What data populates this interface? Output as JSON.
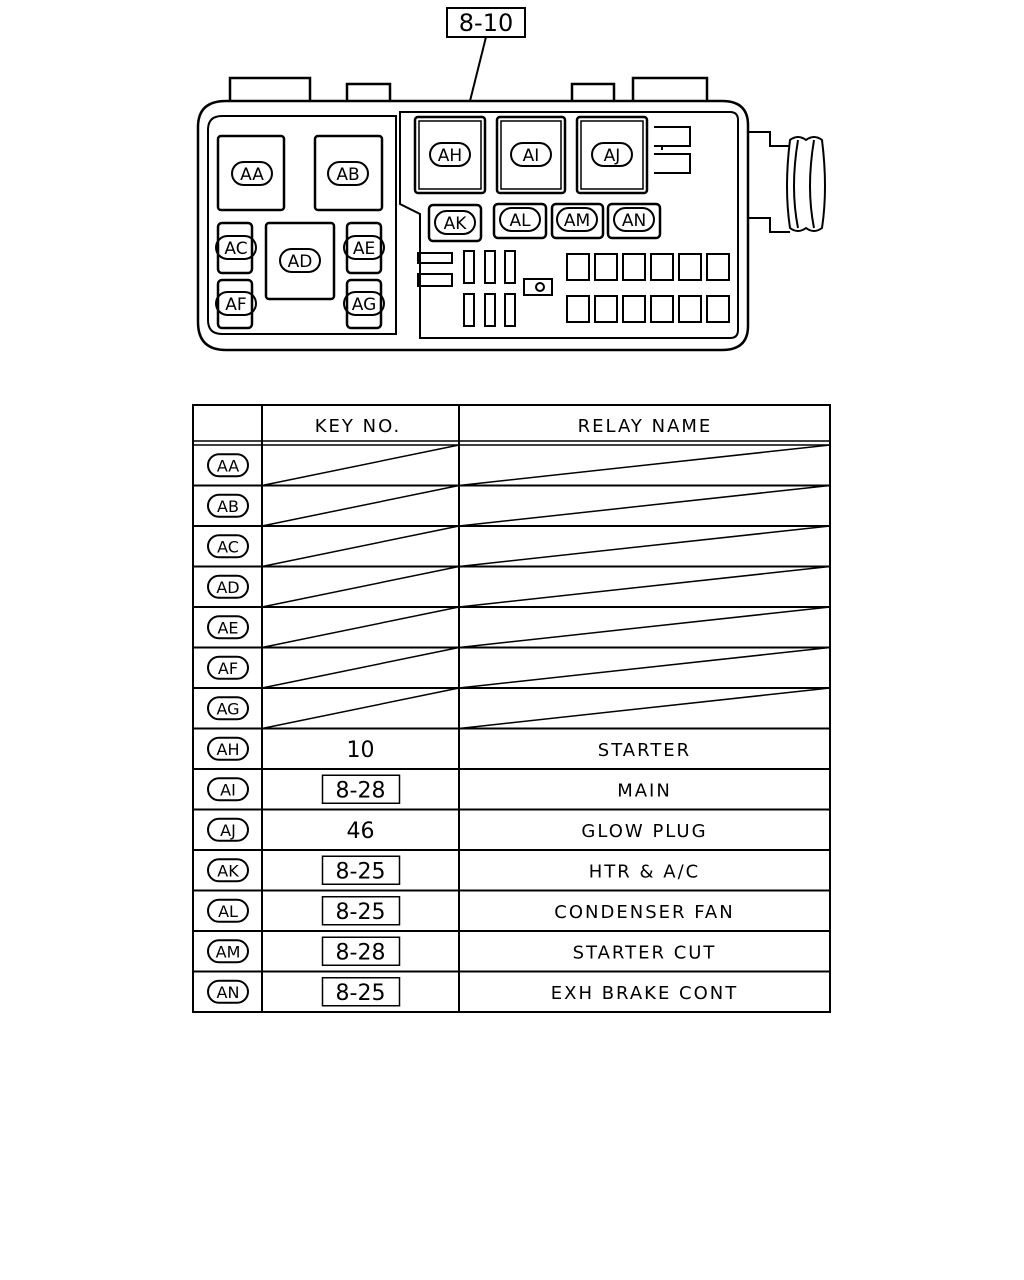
{
  "diagram": {
    "callout": "8-10",
    "relays": {
      "AA": "AA",
      "AB": "AB",
      "AC": "AC",
      "AD": "AD",
      "AE": "AE",
      "AF": "AF",
      "AG": "AG",
      "AH": "AH",
      "AI": "AI",
      "AJ": "AJ",
      "AK": "AK",
      "AL": "AL",
      "AM": "AM",
      "AN": "AN"
    }
  },
  "table": {
    "headers": {
      "key": "KEY NO.",
      "name": "RELAY NAME"
    },
    "rows": [
      {
        "id": "AA",
        "key": "",
        "key_boxed": false,
        "name": "",
        "empty": true
      },
      {
        "id": "AB",
        "key": "",
        "key_boxed": false,
        "name": "",
        "empty": true
      },
      {
        "id": "AC",
        "key": "",
        "key_boxed": false,
        "name": "",
        "empty": true
      },
      {
        "id": "AD",
        "key": "",
        "key_boxed": false,
        "name": "",
        "empty": true
      },
      {
        "id": "AE",
        "key": "",
        "key_boxed": false,
        "name": "",
        "empty": true
      },
      {
        "id": "AF",
        "key": "",
        "key_boxed": false,
        "name": "",
        "empty": true
      },
      {
        "id": "AG",
        "key": "",
        "key_boxed": false,
        "name": "",
        "empty": true
      },
      {
        "id": "AH",
        "key": "10",
        "key_boxed": false,
        "name": "STARTER",
        "empty": false
      },
      {
        "id": "AI",
        "key": "8-28",
        "key_boxed": true,
        "name": "MAIN",
        "empty": false
      },
      {
        "id": "AJ",
        "key": "46",
        "key_boxed": false,
        "name": "GLOW PLUG",
        "empty": false
      },
      {
        "id": "AK",
        "key": "8-25",
        "key_boxed": true,
        "name": "HTR & A/C",
        "empty": false
      },
      {
        "id": "AL",
        "key": "8-25",
        "key_boxed": true,
        "name": "CONDENSER FAN",
        "empty": false
      },
      {
        "id": "AM",
        "key": "8-28",
        "key_boxed": true,
        "name": "STARTER CUT",
        "empty": false
      },
      {
        "id": "AN",
        "key": "8-25",
        "key_boxed": true,
        "name": "EXH BRAKE CONT",
        "empty": false
      }
    ]
  }
}
